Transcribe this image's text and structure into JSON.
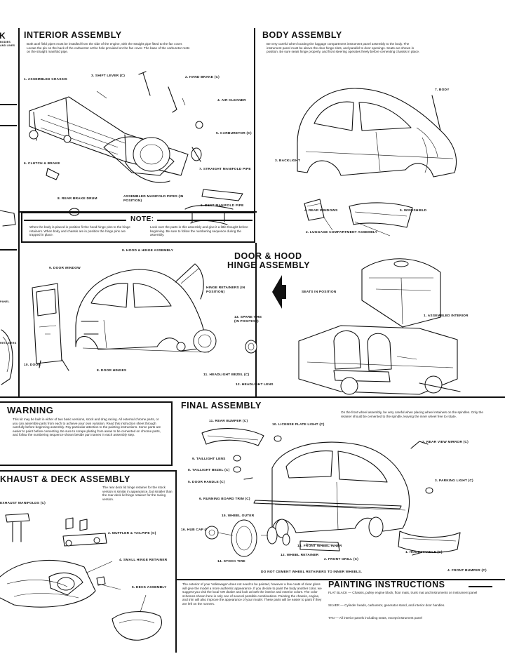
{
  "sections": {
    "partial_top": {
      "title": "K",
      "lines": [
        "BODIES",
        "AND LINES"
      ]
    },
    "interior": {
      "title": "INTERIOR ASSEMBLY",
      "body": "Both axel field pipes must be installed from the side of the engine, with the straight pipe fitted to the fan cover. Locate the pin on the back of the carburetor at the hole provided on the fan cover. The base of the carburetor rests on the straight manifold pipe.",
      "labels": {
        "l1": "1. ASSEMBLED CHASSIS",
        "l2": "3. SHIFT LEVER (C)",
        "l3": "2. HAND BRAKE (C)",
        "l4": "4. AIR CLEANER",
        "l5": "5. CARBURETOR (C)",
        "l6": "6. CLUTCH & BRAKE",
        "l7": "7. STRAIGHT MANIFOLD PIPE",
        "l8": "8. REAR BRAKE DRUM",
        "l9": "ASSEMBLED MANIFOLD PIPES (IN POSITION)",
        "l10": "6. BENT MANIFOLD PIPE"
      }
    },
    "body_assembly": {
      "title": "BODY ASSEMBLY",
      "body": "Be very careful when locating the luggage compartment instrument panel assembly to the body. The instrument panel must be above the door hinge slots, and parallel to door openings. Seats are shown in position. Be sure seats hinge properly, and front steering operates freely before cementing chassis in place.",
      "labels": {
        "l1": "7. BODY",
        "l2": "3. BACKLIGHT",
        "l3": "4. REAR WINDOWS",
        "l4": "5. WINDSHIELD",
        "l5": "2. LUGGAGE COMPARTMENT ASSEMBLY",
        "l6": "SEATS IN POSITION",
        "l7": "1. ASSEMBLED INTERIOR"
      }
    },
    "note": {
      "title": "NOTE:",
      "left": "When the body is placed in position fit the hood hinge pins to the hinge retainers. When body and chassis are in position the hinge pins are trapped in place.",
      "right": "Look over the parts in this assembly and give it a little thought before beginning. Be sure to follow the numbering sequence during the assembly."
    },
    "door_hood": {
      "title_line1": "DOOR & HOOD",
      "title_line2": "HINGE ASSEMBLY",
      "labels": {
        "l1": "8. HOOD & HINGE ASSEMBLY",
        "l2": "9. DOOR WINDOW",
        "l3": "HINGE RETAINERS (IN POSITION)",
        "l4": "13. SPARE TIRE (IN POSITION)",
        "l5": "10. DOOR",
        "l6": "8. DOOR HINGES",
        "l7": "11. HEADLIGHT BEZEL (C)",
        "l8": "12. HEADLIGHT LENS"
      }
    },
    "partial_left": {
      "l1": "PANEL",
      "l2": "RETAINERS"
    },
    "warning": {
      "title": "WARNING",
      "body": "This kit may be built in either of two basic versions, stock and drag racing. All external chrome parts, or you can assemble parts from each to achieve your own variation. Read this instruction sheet through carefully before beginning assembly. Pay particular attention to the painting instructions. Some parts are easier to paint before cementing. Be sure to scrape plating from areas to be cemented on chrome parts, and follow the numbering sequence shown beside part names in each assembly step."
    },
    "exhaust": {
      "title": "KHAUST & DECK ASSEMBLY",
      "body": "The rear deck lid hinge retainer for the stock version is similar in appearance, but smaller than the rear deck lid hinge retainer for the racing version.",
      "labels": {
        "l1": "EXHAUST MANIFOLDS (C)",
        "l2": "2. MUFFLER & TAILPIPE (C)",
        "l3": "4. SMALL HINGE RETAINER",
        "l4": "5. DECK ASSEMBLY"
      }
    },
    "final": {
      "title": "FINAL ASSEMBLY",
      "body": "On the front wheel assembly, be very careful when placing wheel retainers on the spindles. Only the retainer should be cemented to the spindle, leaving the inner wheel free to rotate.",
      "labels": {
        "l1": "11. REAR BUMPER (C)",
        "l2": "10. LICENSE PLATE LIGHT (C)",
        "l3": "2. REAR VIEW MIRROR (C)",
        "l4": "9. TAILLIGHT LENS",
        "l5": "8. TAILLIGHT BEZEL (C)",
        "l6": "3. PARKING LIGHT (C)",
        "l7": "5. DOOR HANDLE (C)",
        "l8": "6. RUNNING BOARD TRIM (C)",
        "l9": "15. WHEEL OUTER",
        "l10": "16. HUB CAP (C)",
        "l11": "13. FRONT WHEEL INNER",
        "l12": "12. WHEEL RETAINER",
        "l13": "14. STOCK TIRE",
        "l14": "2. FRONT GRILL (C)",
        "l15": "1. HOOD HANDLE (C)",
        "l16": "4. FRONT BUMPER (C)",
        "l17": "DO NOT CEMENT WHEEL RETAINERS TO INNER WHEELS."
      }
    },
    "painting": {
      "title": "PAINTING INSTRUCTIONS",
      "intro": "The exterior of your Volkswagen does not need to be painted, however a few coats of clear gloss will give the model a more authentic appearance. If you decide to paint the body another color, we suggest you visit the local VW dealer and look at both the interior and exterior colors. The color schemes shown here is only one of several possible combinations. Painting the chassis, engine, and trim will also improve the appearance of your model. These parts will be easier to paint if they are left on the runners.",
      "items": [
        "FLAT BLACK — Chassis, pulley engine block, floor mats, trunk mat and instruments on instrument panel",
        "SILVER — Cylinder heads, carburetor, generator stand, and interior door handles.",
        "TAN — All interior panels including seats, except instrument panel"
      ]
    }
  }
}
